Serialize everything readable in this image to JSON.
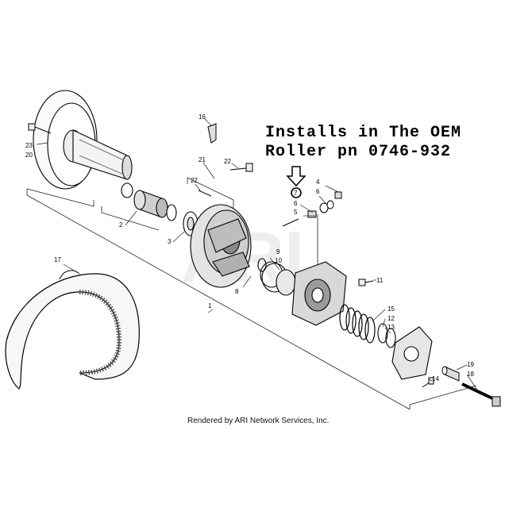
{
  "annotation": {
    "line1": "Installs in The OEM",
    "line2": "Roller pn 0746-932"
  },
  "watermark": "ARI",
  "credit": "Rendered by ARI Network Services, Inc.",
  "callouts": {
    "c1": "1",
    "c2": "2",
    "c3": "3",
    "c4": "4",
    "c5": "5",
    "c6a": "6",
    "c6b": "6",
    "c7": "7",
    "c8": "8",
    "c9": "9",
    "c10": "10",
    "c11": "11",
    "c12": "12",
    "c13": "13",
    "c14": "14",
    "c15": "15",
    "c16": "16",
    "c17": "17",
    "c18": "18",
    "c19": "19",
    "c20": "20",
    "c21": "21",
    "c22a": "22",
    "c22b": "22",
    "c23": "23"
  }
}
